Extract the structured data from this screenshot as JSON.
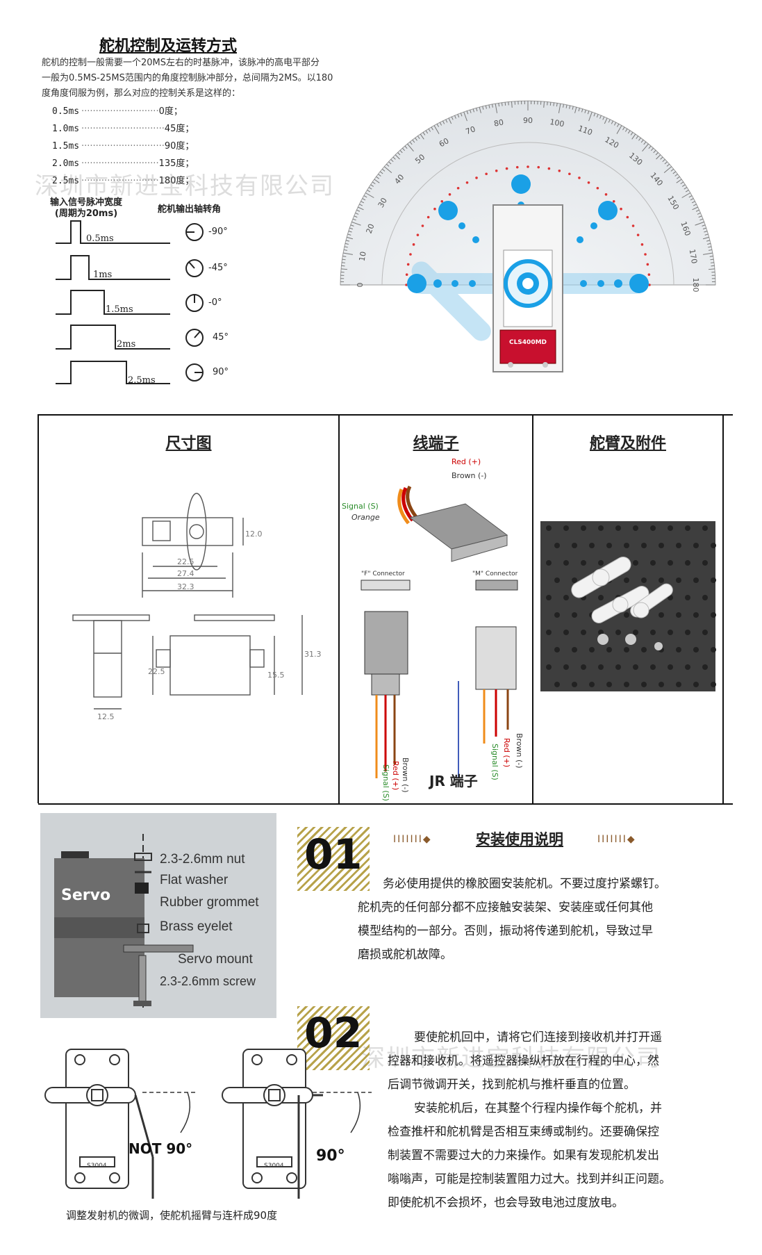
{
  "control": {
    "title": "舵机控制及运转方式",
    "intro": [
      "舵机的控制一般需要一个20MS左右的时基脉冲，该脉冲的高电平部分",
      "一般为0.5MS-25MS范围内的角度控制脉冲部分，总间隔为2MS。以180",
      "度角度伺服为例，那么对应的控制关系是这样的："
    ],
    "mapping": [
      {
        "pulse": "0.5ms",
        "angle": "0度；"
      },
      {
        "pulse": "1.0ms",
        "angle": "45度；"
      },
      {
        "pulse": "1.5ms",
        "angle": "90度；"
      },
      {
        "pulse": "2.0ms",
        "angle": "135度；"
      },
      {
        "pulse": "2.5ms",
        "angle": "180度；"
      }
    ],
    "watermark": "深圳市新进宝科技有限公司",
    "pulse_header": "输入信号脉冲宽度\n(周期为20ms)",
    "pulse_header_1": "输入信号脉冲宽度",
    "pulse_header_2": "(周期为20ms)",
    "angle_header": "舵机输出轴转角",
    "pulses": [
      {
        "label": "0.5ms",
        "angle": "-90°"
      },
      {
        "label": "1ms",
        "angle": "-45°"
      },
      {
        "label": "1.5ms",
        "angle": "-0°"
      },
      {
        "label": "2ms",
        "angle": "45°"
      },
      {
        "label": "2.5ms",
        "angle": "90°"
      }
    ],
    "protractor_labels": [
      "0",
      "10",
      "20",
      "30",
      "40",
      "50",
      "60",
      "70",
      "80",
      "90",
      "100",
      "110",
      "120",
      "130",
      "140",
      "150",
      "160",
      "170",
      "180"
    ],
    "servo_model": "CLS400MD"
  },
  "panels": {
    "dimension": {
      "title": "尺寸图",
      "dims": [
        "12.0",
        "22.5",
        "27.4",
        "32.3",
        "12.5",
        "22.5",
        "15.5",
        "31.3"
      ]
    },
    "connector": {
      "title": "线端子",
      "red": "Red (+)",
      "brown": "Brown (-)",
      "signal": "Signal (S)",
      "orange": "Orange",
      "f_conn": "\"F\" Connector",
      "m_conn": "\"M\" Connector",
      "wire_brown": "Brown (-)",
      "wire_red": "Red (+)",
      "wire_signal": "Signal (S)",
      "jr": "JR 端子"
    },
    "horn": {
      "title": "舵臂及附件"
    }
  },
  "install": {
    "title": "安装使用说明",
    "parts": [
      "2.3-2.6mm nut",
      "Flat washer",
      "Rubber grommet",
      "Brass eyelet",
      "Servo mount",
      "2.3-2.6mm screw"
    ],
    "servo_label": "Servo",
    "step1_num": "01",
    "step1_text": [
      "务必使用提供的橡胶圈安装舵机。不要过度拧紧螺钉。",
      "舵机壳的任何部分都不应接触安装架、安装座或任何其他",
      "模型结构的一部分。否则，振动将传递到舵机，导致过早",
      "磨损或舵机故障。"
    ],
    "step2_num": "02",
    "step2_text": [
      "要使舵机回中，请将它们连接到接收机并打开遥",
      "控器和接收机。将遥控器操纵杆放在行程的中心，然",
      "后调节微调开关，找到舵机与推杆垂直的位置。",
      "安装舵机后，在其整个行程内操作每个舵机，并",
      "检查推杆和舵机臂是否相互束缚或制约。还要确保控",
      "制装置不需要过大的力来操作。如果有发现舵机发出",
      "嗡嗡声，可能是控制装置阻力过大。找到并纠正问题。",
      "即使舵机不会损坏，也会导致电池过度放电。"
    ],
    "not90": "NOT 90°",
    "is90": "90°",
    "servo_code": "S3004",
    "caption": "调整发射机的微调，使舵机摇臂与连杆成90度"
  }
}
